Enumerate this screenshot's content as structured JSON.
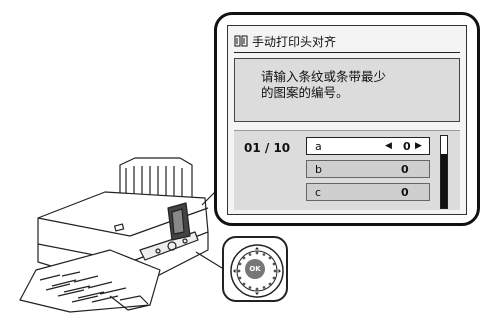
{
  "screen": {
    "title": "手动打印头对齐",
    "message": "请输入条纹或条带最少\n的图案的编号。",
    "page_counter": "01 / 10",
    "rows": [
      {
        "label": "a",
        "value": "0",
        "arrow_left": "◀",
        "arrow_right": "▶"
      },
      {
        "label": "b",
        "value": "0"
      },
      {
        "label": "c",
        "value": "0"
      }
    ]
  },
  "controls": {
    "ok_label": "OK"
  }
}
